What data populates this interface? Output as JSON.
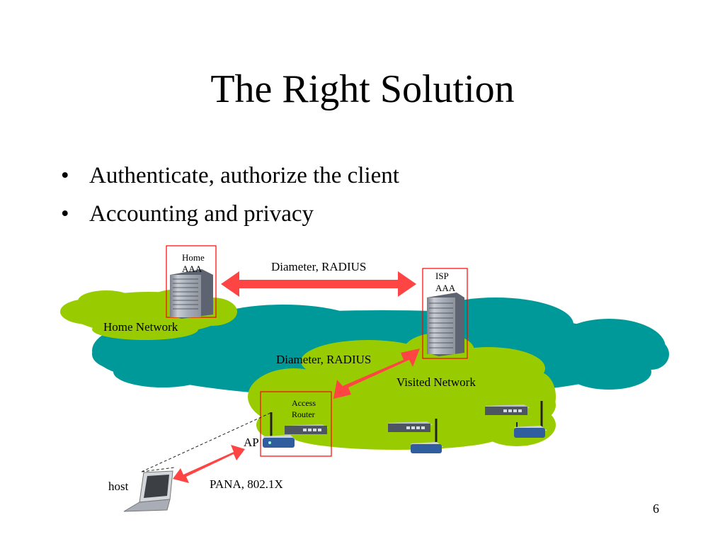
{
  "slide": {
    "title": "The Right Solution",
    "bullets": [
      "Authenticate, authorize the client",
      "Accounting and privacy"
    ],
    "bullet_char": "•",
    "page_number": "6"
  },
  "diagram": {
    "home_aaa_label_1": "Home",
    "home_aaa_label_2": "AAA",
    "isp_aaa_label_1": "ISP",
    "isp_aaa_label_2": "AAA",
    "protocol_top": "Diameter, RADIUS",
    "protocol_mid": "Diameter, RADIUS",
    "protocol_bottom": "PANA, 802.1X",
    "home_network": "Home Network",
    "visited_network": "Visited Network",
    "access_router_1": "Access",
    "access_router_2": "Router",
    "ap_label": "AP",
    "host_label": "host",
    "colors": {
      "green_cloud": "#99cc00",
      "teal_cloud": "#009999",
      "arrow": "#ff4444",
      "highlight_box": "#ff0000"
    }
  }
}
